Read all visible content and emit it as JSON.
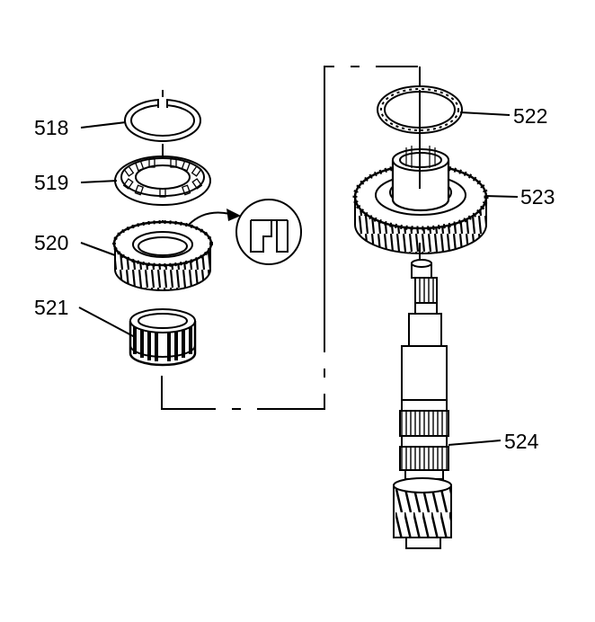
{
  "diagram": {
    "callouts": [
      {
        "id": "518",
        "label": "518"
      },
      {
        "id": "519",
        "label": "519"
      },
      {
        "id": "520",
        "label": "520"
      },
      {
        "id": "521",
        "label": "521"
      },
      {
        "id": "522",
        "label": "522"
      },
      {
        "id": "523",
        "label": "523"
      },
      {
        "id": "524",
        "label": "524"
      }
    ]
  }
}
